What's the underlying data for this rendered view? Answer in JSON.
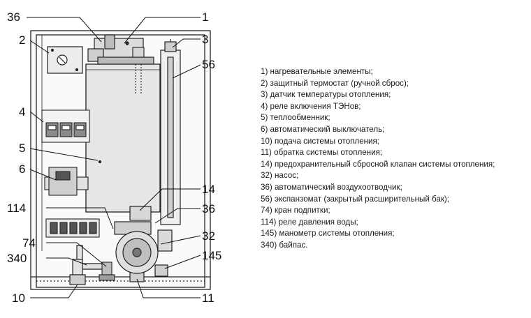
{
  "callouts": {
    "c36_top": "36",
    "c1": "1",
    "c2": "2",
    "c3": "3",
    "c56": "56",
    "c4": "4",
    "c5": "5",
    "c6": "6",
    "c14": "14",
    "c114": "114",
    "c36_right": "36",
    "c32": "32",
    "c74": "74",
    "c340": "340",
    "c145": "145",
    "c10": "10",
    "c11": "11"
  },
  "legend": [
    "1) нагревательные элементы;",
    "2) защитный термостат (ручной сброс);",
    "3) датчик температуры отопления;",
    "4) реле включения ТЭНов;",
    "5) теплообменник;",
    "6) автоматический выключатель;",
    "10) подача системы отопления;",
    "11) обратка системы отопления;",
    "14) предохранительный сбросной клапан системы отопления;",
    "32) насос;",
    "36) автоматический воздухоотводчик;",
    "56) экспанзомат (закрытый расширительный бак);",
    "74) кран подпитки;",
    "114) реле давления воды;",
    "145) манометр системы отопления;",
    "340) байпас."
  ]
}
